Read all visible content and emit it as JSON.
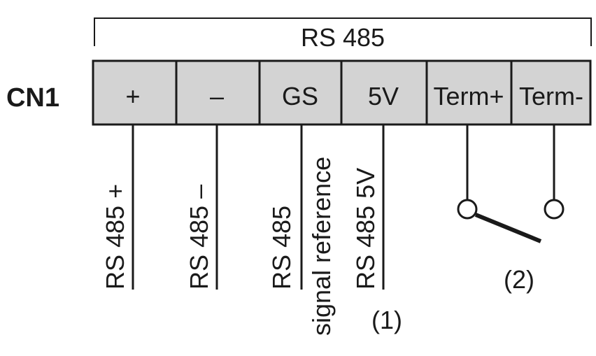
{
  "bus_label": "RS 485",
  "connector_label": "CN1",
  "terminals": [
    "+",
    "–",
    "GS",
    "5V",
    "Term+",
    "Term-"
  ],
  "wire_labels": {
    "plus": "RS 485 +",
    "minus": "RS 485 –",
    "gs_line1": "RS 485",
    "gs_line2": "signal reference",
    "five_v": "RS 485 5V"
  },
  "notes": {
    "five_v": "(1)",
    "termination": "(2)"
  }
}
